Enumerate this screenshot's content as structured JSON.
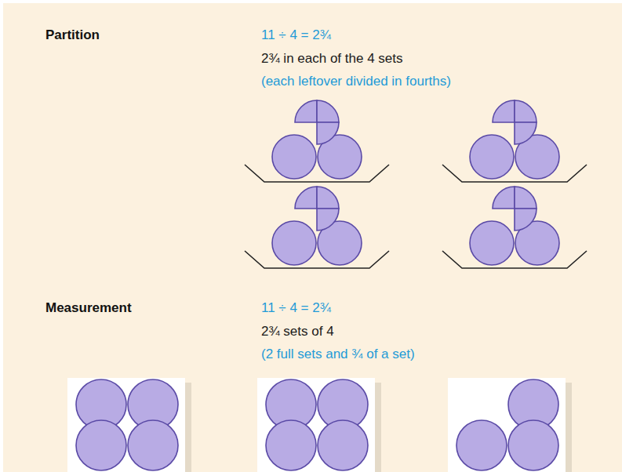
{
  "diagram": {
    "labels": [
      "Partition",
      "11 ÷ 4 = 2¾",
      "2¾ in each of the 4 sets",
      "(each leftover divided in fourths)",
      "Measurement",
      "11 ÷ 4 = 2¾",
      "2¾ sets of 4",
      "(2 full sets and ¾ of a set)"
    ]
  }
}
